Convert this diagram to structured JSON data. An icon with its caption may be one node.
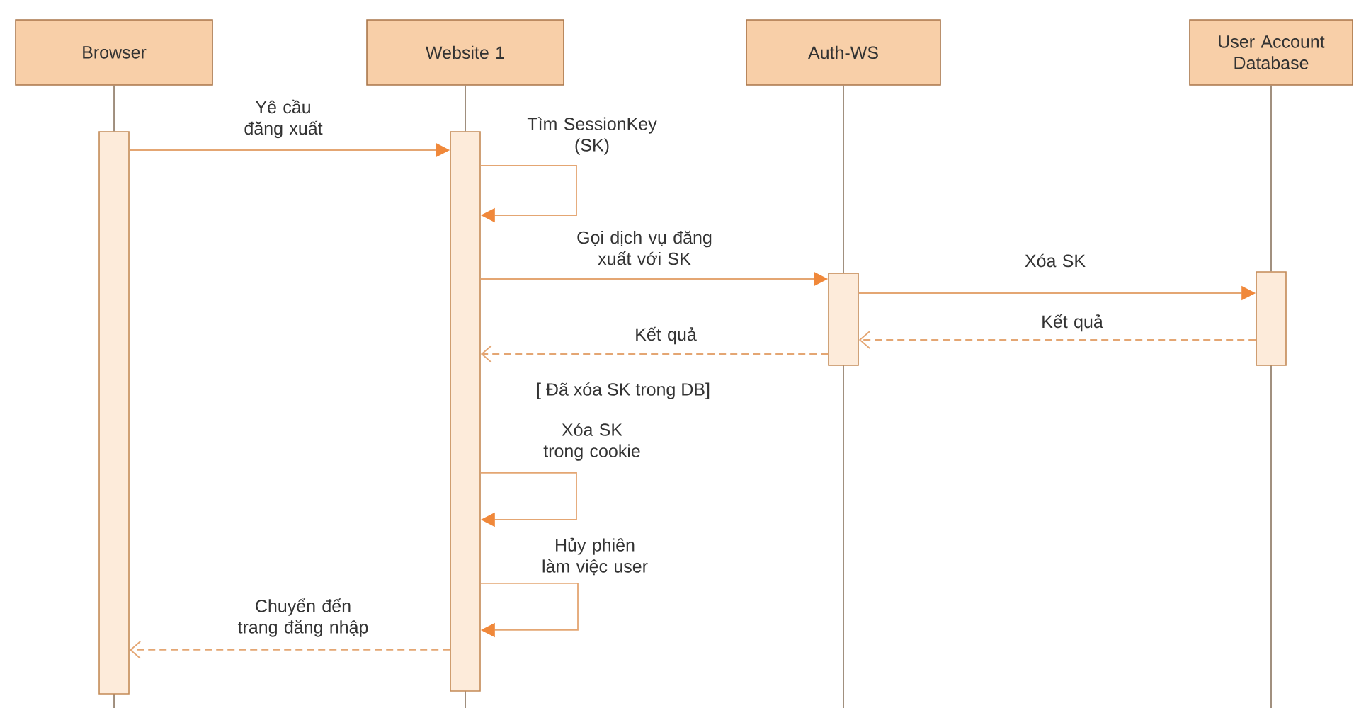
{
  "diagram": {
    "nodes": [
      {
        "text": [
          "Browser"
        ]
      },
      {
        "text": [
          "Website 1"
        ]
      },
      {
        "text": [
          "Auth-WS"
        ]
      },
      {
        "text": [
          "User Account Database"
        ]
      },
      {
        "text": [],
        "shape": "bar"
      },
      {
        "text": [],
        "shape": "bar"
      },
      {
        "text": [],
        "shape": "bar"
      },
      {
        "text": [],
        "shape": "bar"
      }
    ],
    "edges": [
      {
        "from": 0,
        "to": 4,
        "arrow": "none"
      },
      {
        "from": 1,
        "to": 5,
        "arrow": "none"
      },
      {
        "from": 2,
        "to": 6,
        "arrow": "none"
      },
      {
        "from": 3,
        "to": 7,
        "arrow": "none"
      },
      {
        "from": 4,
        "to": 5,
        "arrow": "to",
        "label": "Yê cầu đăng xuất"
      },
      {
        "from": 5,
        "to": 5,
        "arrow": "to",
        "label": "Tìm SessionKey (SK)"
      },
      {
        "from": 5,
        "to": 6,
        "arrow": "to",
        "label": "Gọi dịch vụ đăng xuất với SK"
      },
      {
        "from": 6,
        "to": 7,
        "arrow": "to",
        "label": "Xóa SK"
      },
      {
        "from": 7,
        "to": 6,
        "arrow": "to",
        "label": "Kết quả",
        "style": "dashed"
      },
      {
        "from": 6,
        "to": 5,
        "arrow": "to",
        "label": "Kết quả",
        "style": "dashed"
      },
      {
        "from": 5,
        "to": 5,
        "arrow": "to",
        "label": "Xóa SK trong cookie"
      },
      {
        "from": 5,
        "to": 5,
        "arrow": "to",
        "label": "Hủy phiên làm việc user"
      },
      {
        "from": 5,
        "to": 4,
        "arrow": "to",
        "label": "Chuyển đến trang đăng nhập",
        "style": "dashed"
      }
    ],
    "labels": [
      "[ Đã xóa SK trong DB]"
    ]
  }
}
